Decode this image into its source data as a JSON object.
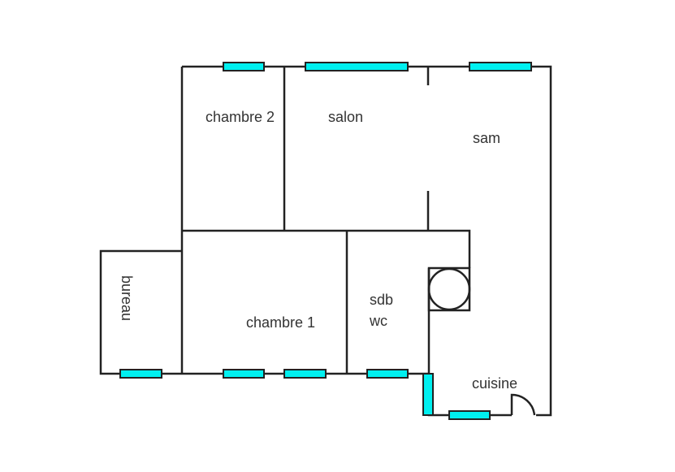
{
  "rooms": {
    "chambre2": "chambre 2",
    "salon": "salon",
    "sam": "sam",
    "bureau": "bureau",
    "chambre1": "chambre 1",
    "sdb": "sdb",
    "wc": "wc",
    "cuisine": "cuisine"
  },
  "colors": {
    "window": "#00f0f0",
    "wall": "#222222"
  }
}
